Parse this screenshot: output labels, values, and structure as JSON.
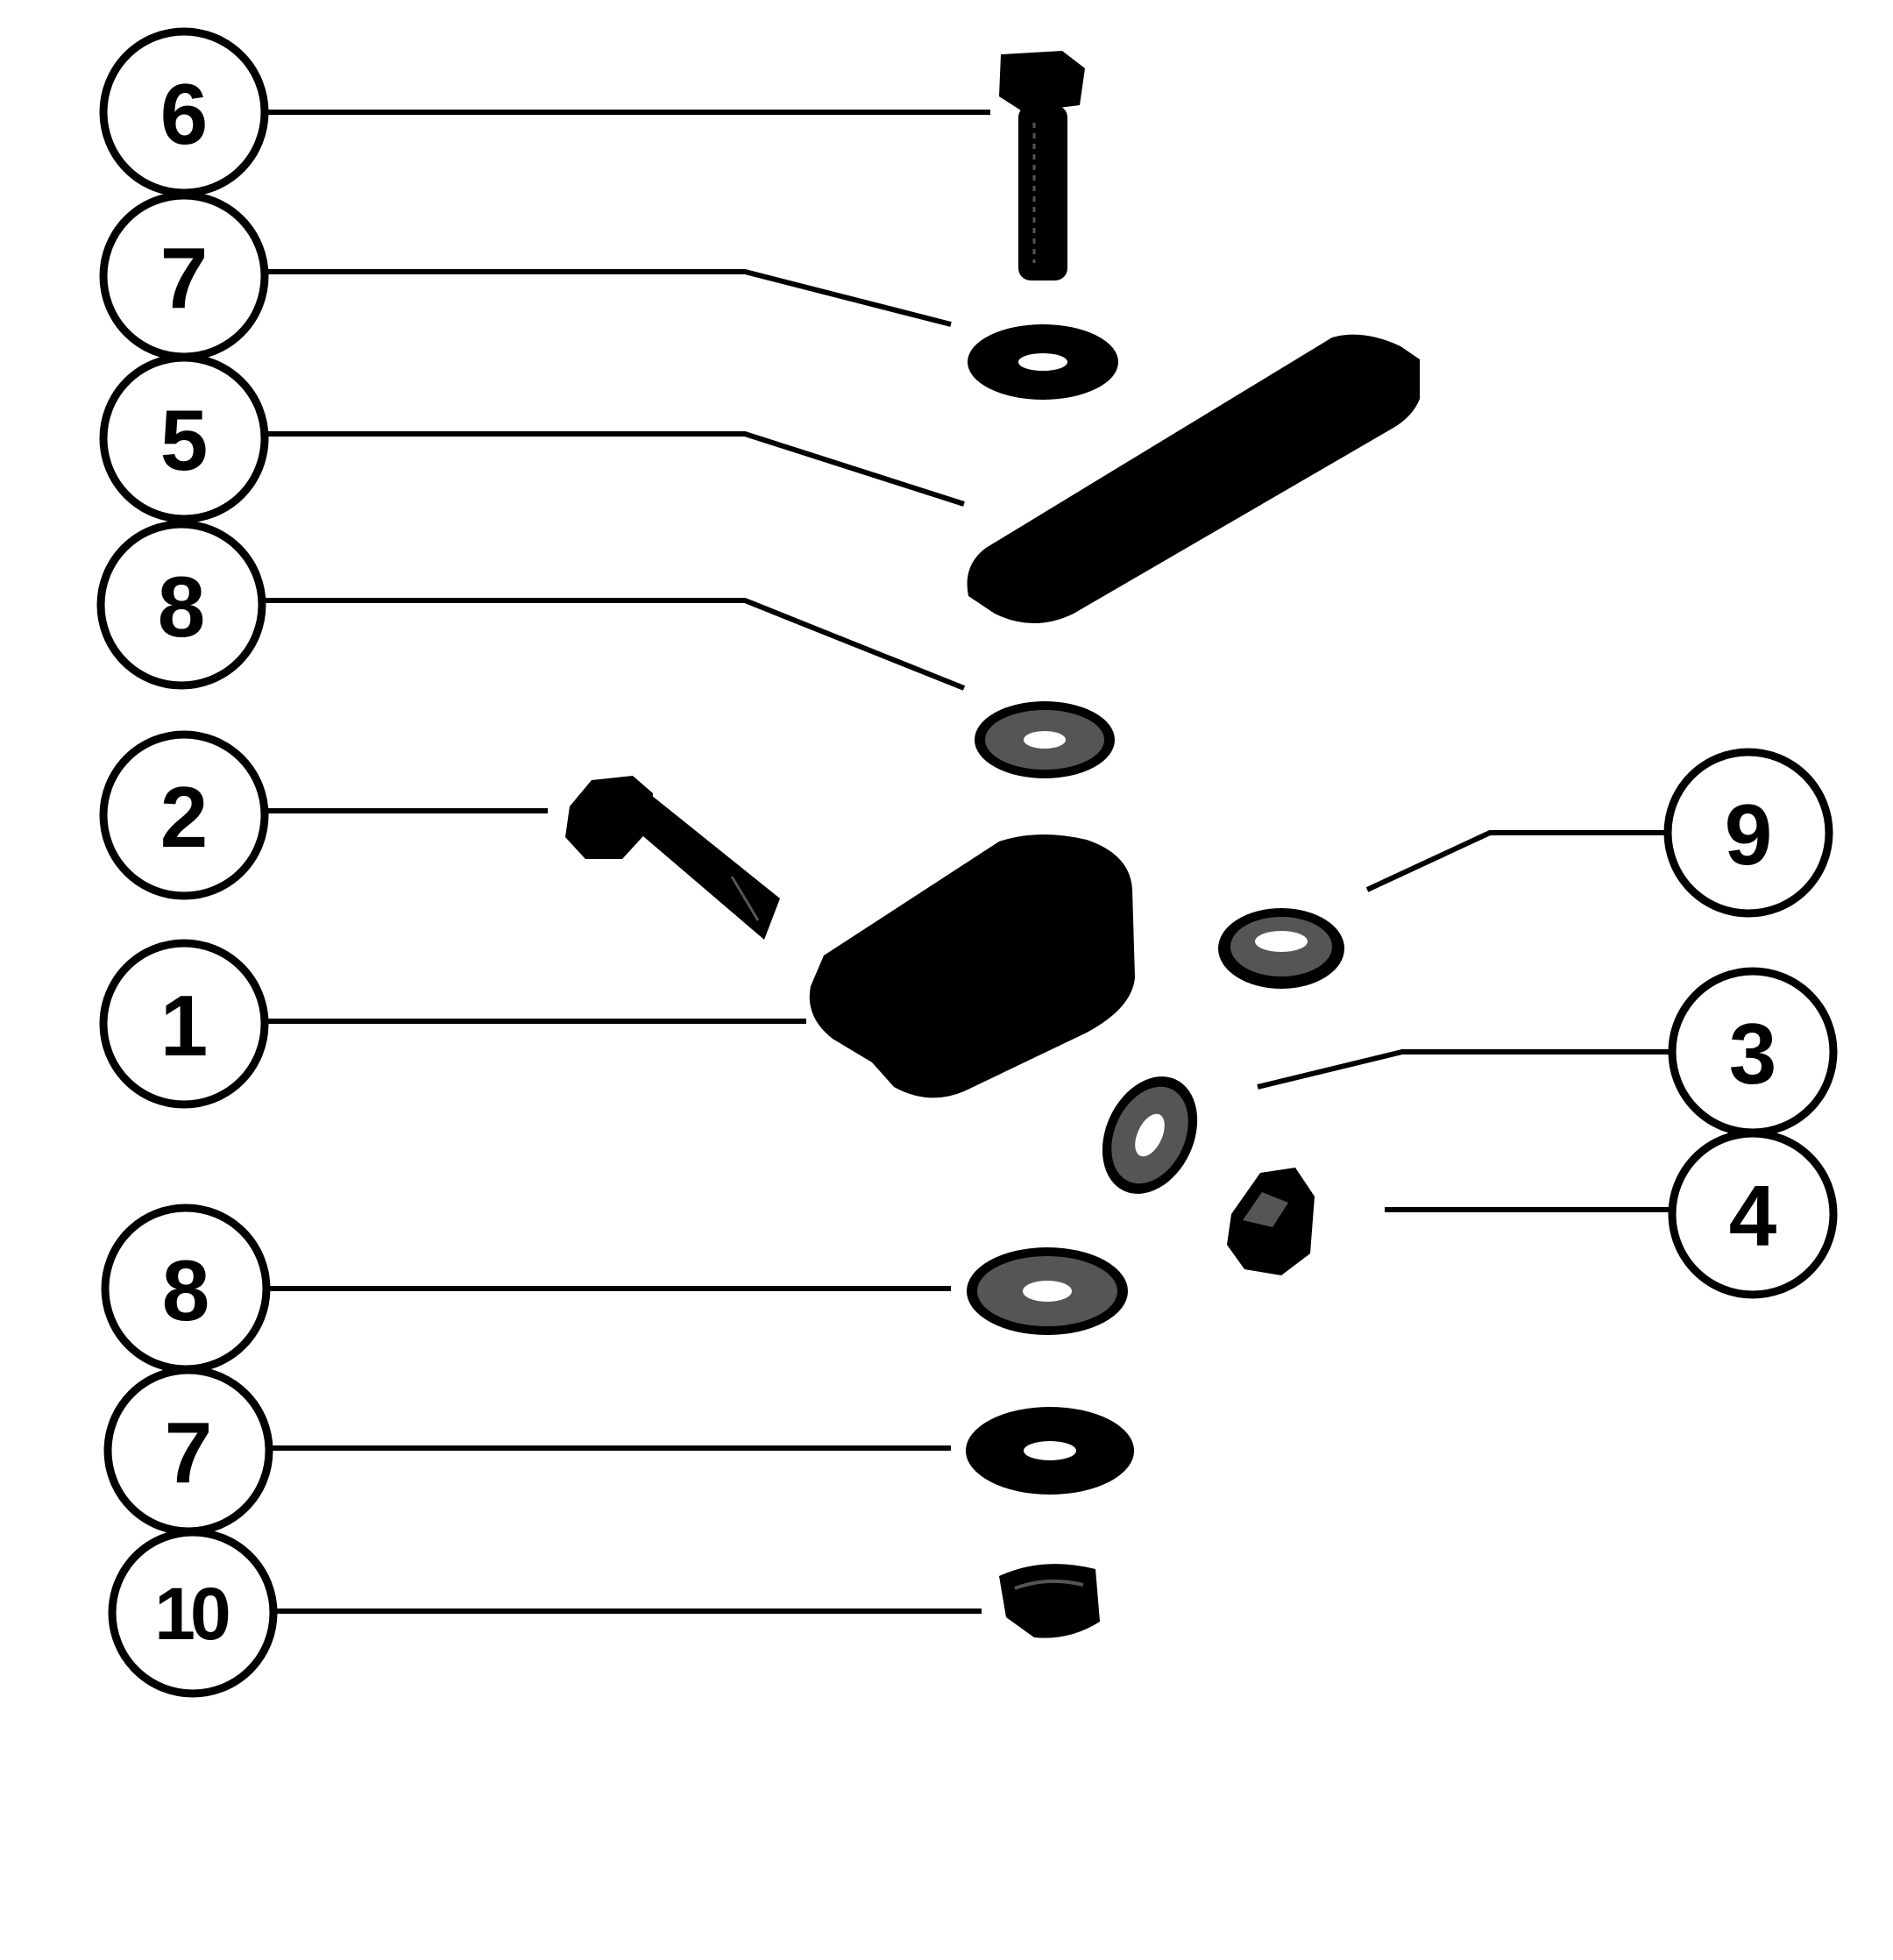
{
  "diagram": {
    "callouts": [
      {
        "id": "c6",
        "label": "6"
      },
      {
        "id": "c7a",
        "label": "7"
      },
      {
        "id": "c5",
        "label": "5"
      },
      {
        "id": "c8a",
        "label": "8"
      },
      {
        "id": "c2",
        "label": "2"
      },
      {
        "id": "c1",
        "label": "1"
      },
      {
        "id": "c8b",
        "label": "8"
      },
      {
        "id": "c7b",
        "label": "7"
      },
      {
        "id": "c10",
        "label": "10"
      },
      {
        "id": "c9",
        "label": "9"
      },
      {
        "id": "c3",
        "label": "3"
      },
      {
        "id": "c4",
        "label": "4"
      }
    ],
    "colors": {
      "ink": "#000000",
      "paper": "#ffffff",
      "shade": "#555555"
    }
  }
}
